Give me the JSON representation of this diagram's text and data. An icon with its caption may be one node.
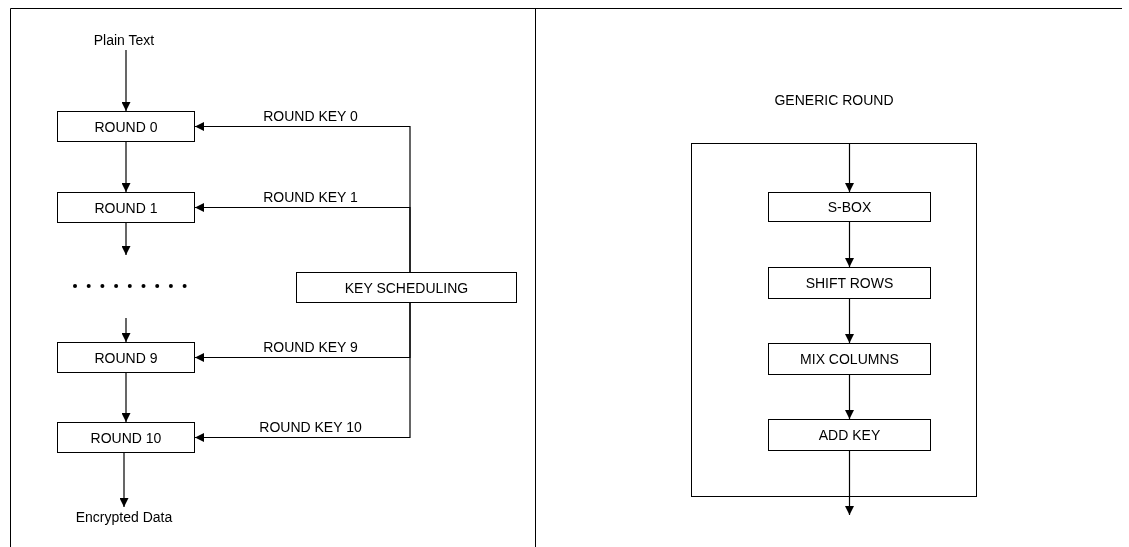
{
  "diagram": {
    "nodes": [
      {
        "text": [
          "Plain Text"
        ]
      },
      {
        "text": [
          "ROUND 0"
        ]
      },
      {
        "text": [
          "ROUND 1"
        ]
      },
      {
        "text": [
          "ROUND 9"
        ]
      },
      {
        "text": [
          "ROUND 10"
        ]
      },
      {
        "text": [
          "Encrypted Data"
        ]
      },
      {
        "text": [
          "KEY SCHEDULING"
        ]
      },
      {
        "text": [
          "GENERIC ROUND"
        ]
      },
      {
        "text": [
          "S-BOX"
        ],
        "in": 7
      },
      {
        "text": [
          "SHIFT ROWS"
        ],
        "in": 7
      },
      {
        "text": [
          "MIX COLUMNS"
        ],
        "in": 7
      },
      {
        "text": [
          "ADD KEY"
        ],
        "in": 7
      }
    ],
    "edges": [
      {
        "from": 0,
        "to": 1,
        "arrow": "to"
      },
      {
        "from": 1,
        "to": 2,
        "arrow": "to"
      },
      {
        "from": 2,
        "to": null,
        "arrow": "to"
      },
      {
        "from": null,
        "to": 3,
        "arrow": "to"
      },
      {
        "from": 3,
        "to": 4,
        "arrow": "to"
      },
      {
        "from": 4,
        "to": 5,
        "arrow": "to"
      },
      {
        "from": 6,
        "to": 1,
        "arrow": "to",
        "label": "ROUND KEY 0"
      },
      {
        "from": 6,
        "to": 2,
        "arrow": "to",
        "label": "ROUND KEY 1"
      },
      {
        "from": 6,
        "to": 3,
        "arrow": "to",
        "label": "ROUND KEY 9"
      },
      {
        "from": 6,
        "to": 4,
        "arrow": "to",
        "label": "ROUND KEY 10"
      },
      {
        "from": null,
        "to": 8,
        "arrow": "to"
      },
      {
        "from": 8,
        "to": 9,
        "arrow": "to"
      },
      {
        "from": 9,
        "to": 10,
        "arrow": "to"
      },
      {
        "from": 10,
        "to": 11,
        "arrow": "to"
      },
      {
        "from": 11,
        "to": null,
        "arrow": "to"
      }
    ]
  }
}
